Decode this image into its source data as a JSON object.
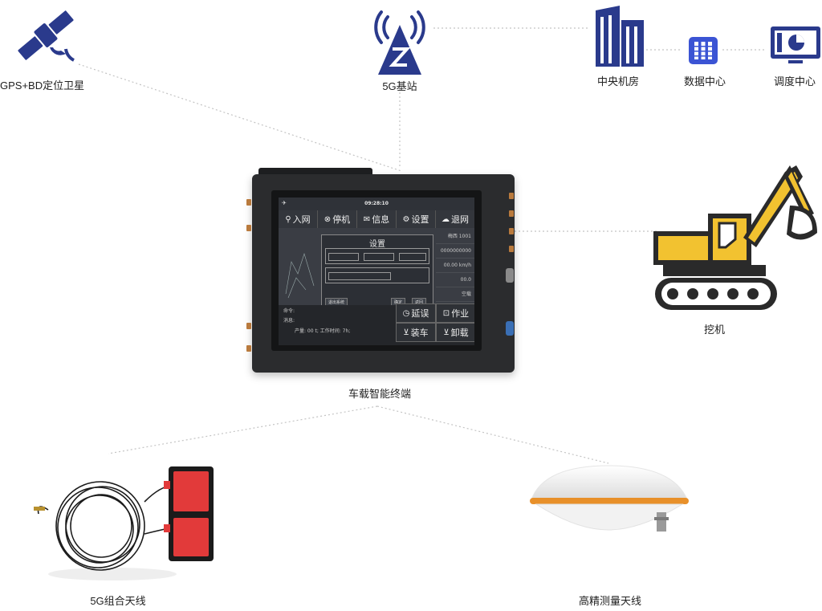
{
  "nodes": {
    "satellite": {
      "label": "GPS+BD定位卫星"
    },
    "base_station": {
      "label": "5G基站"
    },
    "central_room": {
      "label": "中央机房"
    },
    "data_center": {
      "label": "数据中心"
    },
    "dispatch_center": {
      "label": "调度中心"
    },
    "excavator": {
      "label": "挖机"
    },
    "terminal": {
      "label": "车载智能终端"
    },
    "combo_antenna": {
      "label": "5G组合天线"
    },
    "survey_antenna": {
      "label": "高精测量天线"
    }
  },
  "screen": {
    "time": "09:28:10",
    "menu": [
      {
        "icon": "key-icon",
        "glyph": "⚲",
        "label": "入网"
      },
      {
        "icon": "stop-icon",
        "glyph": "⊗",
        "label": "停机"
      },
      {
        "icon": "mail-icon",
        "glyph": "✉",
        "label": "信息"
      },
      {
        "icon": "gear-icon",
        "glyph": "⚙",
        "label": "设置"
      },
      {
        "icon": "cloud-icon",
        "glyph": "☁",
        "label": "退网"
      }
    ],
    "side": [
      "梅西 1001",
      "0000000000",
      "00.00 km/h",
      "00.0",
      "空载"
    ],
    "dialog_title": "设置",
    "dialog_ok": "确定",
    "dialog_back": "返回",
    "dialog_exit": "退出系统",
    "cmd_label": "命令:",
    "msg_label": "消息:",
    "msg_text": "产量: 00 t; 工作时间: 7h;",
    "tiles": [
      {
        "label": "延误"
      },
      {
        "label": "作业"
      },
      {
        "label": "装车"
      },
      {
        "label": "卸载"
      }
    ]
  },
  "colors": {
    "accent_blue": "#2a3a8c",
    "excavator_yellow": "#f2c230",
    "excavator_dark": "#2a2a2a",
    "antenna_orange": "#e8902a",
    "link_gray": "#bdbdbd"
  }
}
